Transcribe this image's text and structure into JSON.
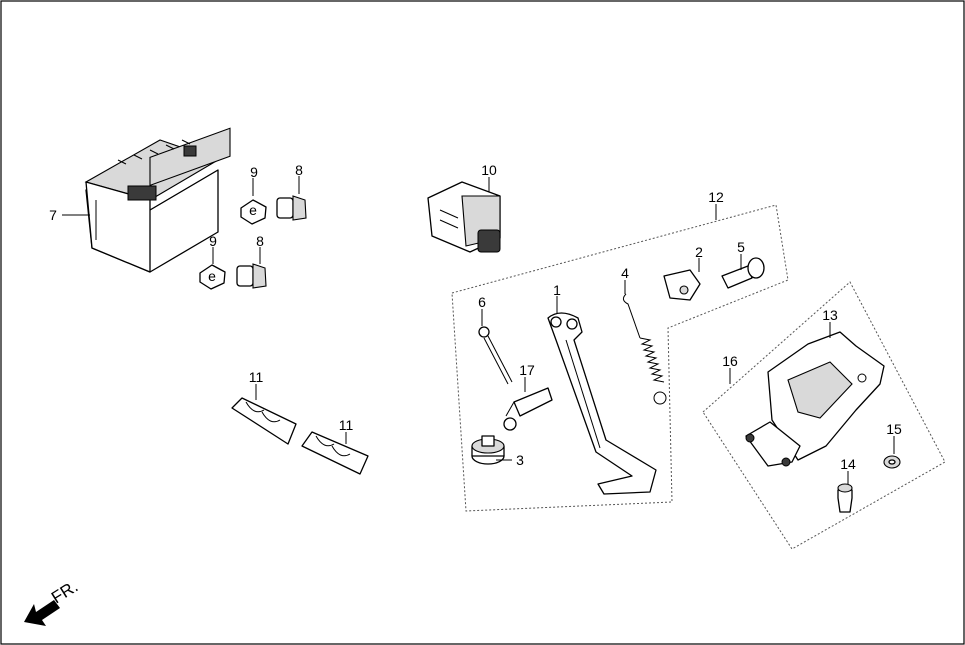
{
  "diagram": {
    "front_marker": "FR.",
    "callouts": [
      {
        "id": "c1",
        "text": "1"
      },
      {
        "id": "c2",
        "text": "2"
      },
      {
        "id": "c3",
        "text": "3"
      },
      {
        "id": "c4",
        "text": "4"
      },
      {
        "id": "c5",
        "text": "5"
      },
      {
        "id": "c6",
        "text": "6"
      },
      {
        "id": "c7",
        "text": "7"
      },
      {
        "id": "c8a",
        "text": "8"
      },
      {
        "id": "c8b",
        "text": "8"
      },
      {
        "id": "c9a",
        "text": "9"
      },
      {
        "id": "c9b",
        "text": "9"
      },
      {
        "id": "c10",
        "text": "10"
      },
      {
        "id": "c11a",
        "text": "11"
      },
      {
        "id": "c11b",
        "text": "11"
      },
      {
        "id": "c12",
        "text": "12"
      },
      {
        "id": "c13",
        "text": "13"
      },
      {
        "id": "c14",
        "text": "14"
      },
      {
        "id": "c15",
        "text": "15"
      },
      {
        "id": "c16",
        "text": "16"
      },
      {
        "id": "c17",
        "text": "17"
      }
    ]
  }
}
